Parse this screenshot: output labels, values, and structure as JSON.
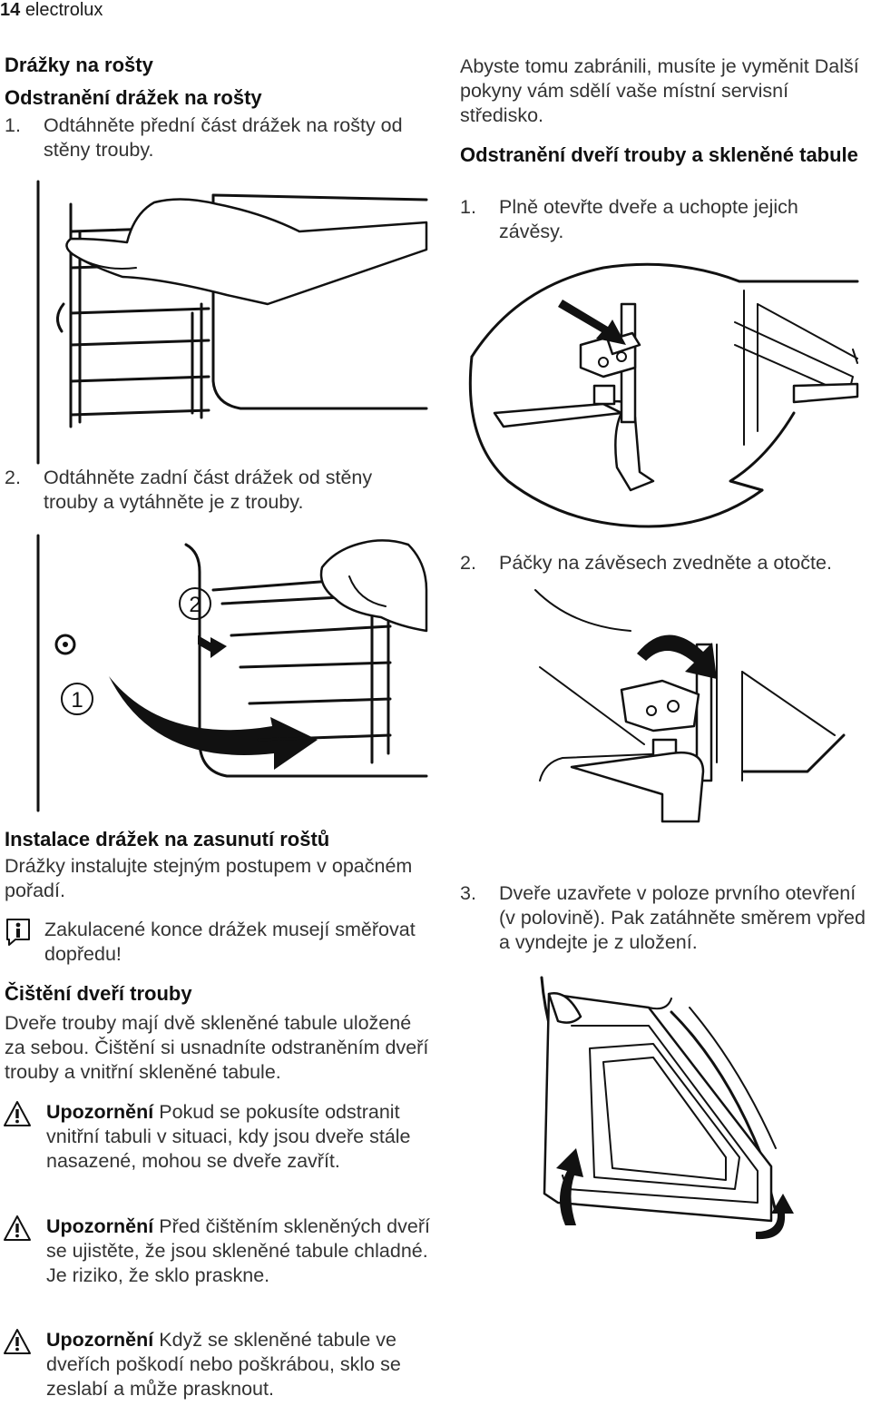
{
  "header": {
    "page_number": "14",
    "brand": "electrolux"
  },
  "left": {
    "section_title": "Drážky na rošty",
    "sub_title": "Odstranění drážek na rošty",
    "step1": {
      "num": "1.",
      "text": "Odtáhněte přední část drážek na rošty od stěny trouby."
    },
    "step2": {
      "num": "2.",
      "text": "Odtáhněte zadní část drážek od stěny trouby a vytáhněte je z trouby."
    },
    "fig2_callouts": {
      "one": "1",
      "two": "2"
    },
    "install_title": "Instalace drážek na zasunutí roštů",
    "install_text": "Drážky instalujte stejným postupem v opačném pořadí.",
    "info_note": "Zakulacené konce drážek musejí směřovat dopředu!",
    "cleaning_title": "Čištění dveří trouby",
    "cleaning_text": "Dveře trouby mají dvě skleněné tabule uložené za sebou. Čištění si usnadníte odstraněním dveří trouby a vnitřní skleněné tabule.",
    "warnings": [
      {
        "label": "Upozornění",
        "text": "Pokud se pokusíte odstranit vnitřní tabuli v situaci, kdy jsou dveře stále nasazené, mohou se dveře zavřít."
      },
      {
        "label": "Upozornění",
        "text": "Před čištěním skleněných dveří se ujistěte, že jsou skleněné tabule chladné. Je riziko, že sklo praskne."
      },
      {
        "label": "Upozornění",
        "text": "Když se skleněné tabule ve dveřích poškodí nebo poškrábou, sklo se zeslabí a může prasknout."
      }
    ]
  },
  "right": {
    "intro_text": "Abyste tomu zabránili, musíte je vyměnit Další pokyny vám sdělí vaše místní servisní středisko.",
    "door_title": "Odstranění dveří trouby a skleněné tabule",
    "step1": {
      "num": "1.",
      "text": "Plně otevřte dveře a uchopte jejich závěsy."
    },
    "step2": {
      "num": "2.",
      "text": "Páčky na závěsech zvedněte a otočte."
    },
    "step3": {
      "num": "3.",
      "text": "Dveře uzavřete v poloze prvního otevření (v polovině). Pak zatáhněte směrem vpřed a vyndejte je z uložení."
    }
  }
}
